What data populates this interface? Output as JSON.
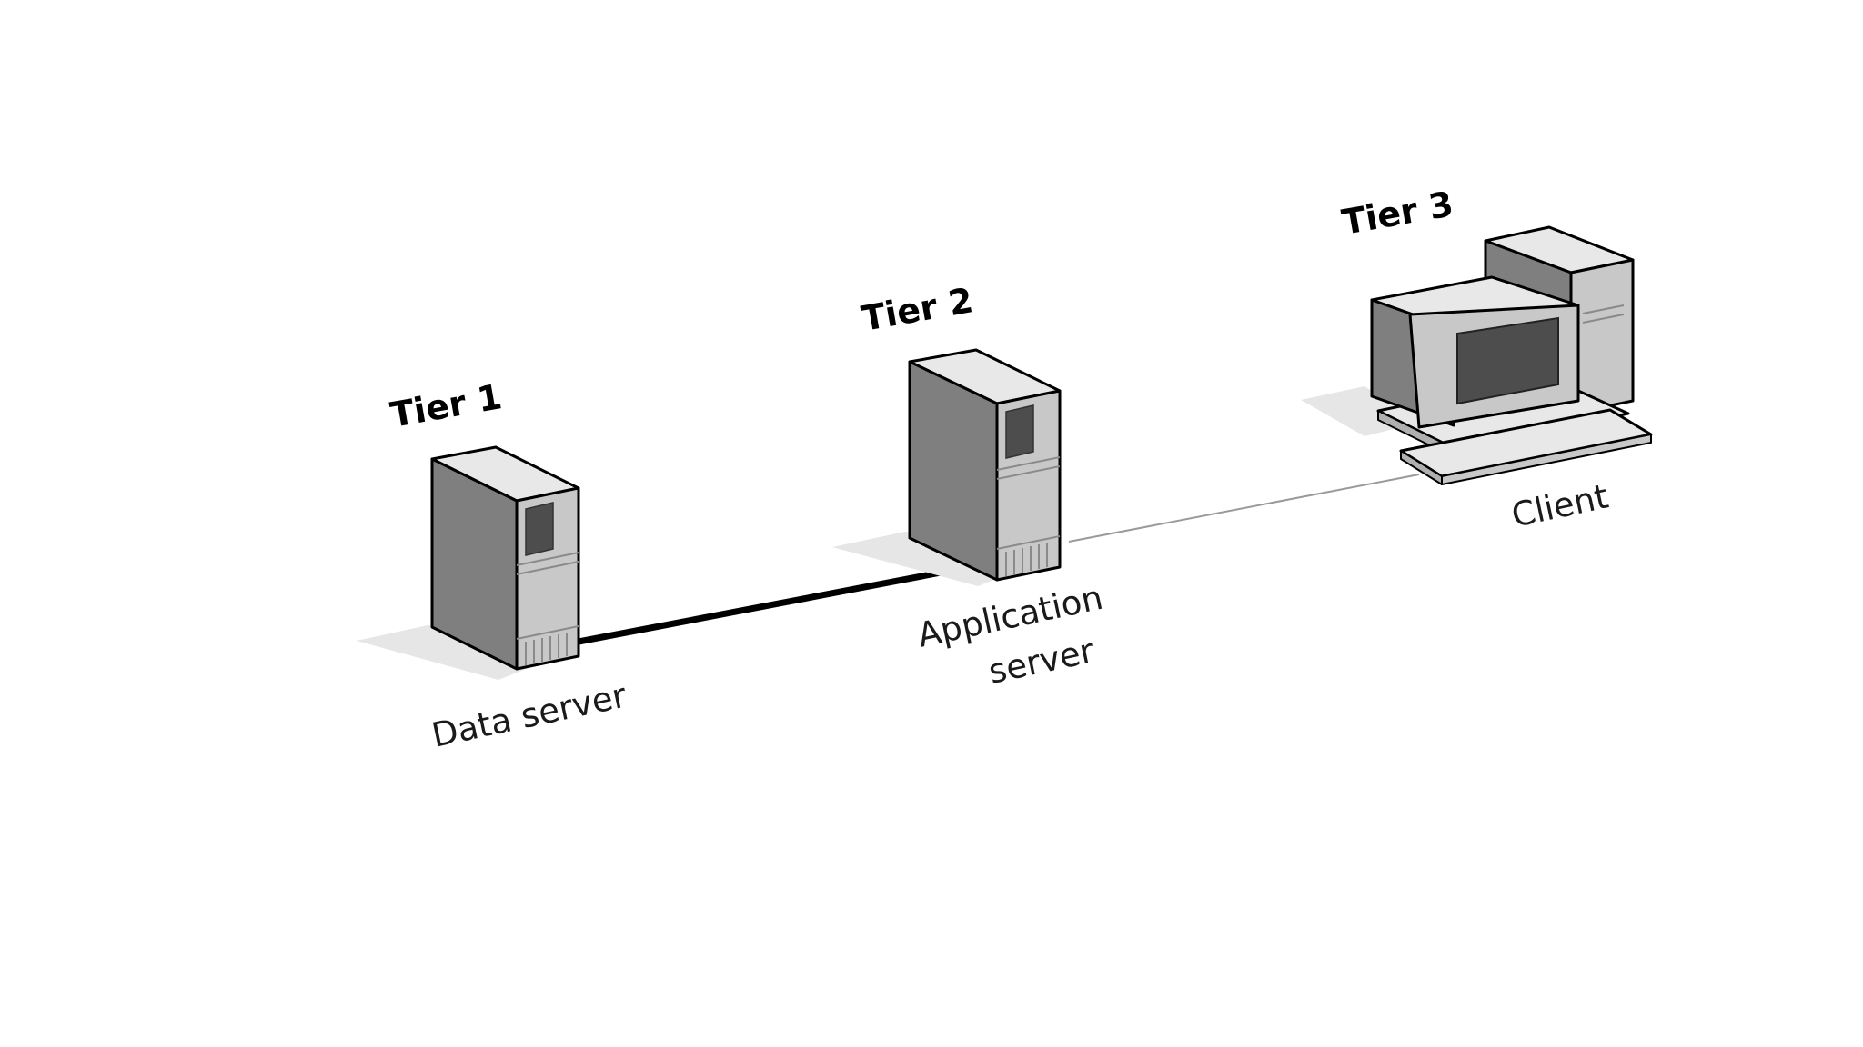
{
  "diagram": {
    "tiers": [
      {
        "tier_label": "Tier 1",
        "node_lines": [
          "Data server"
        ],
        "device": "tower-server-icon"
      },
      {
        "tier_label": "Tier 2",
        "node_lines": [
          "Application",
          "server"
        ],
        "device": "tower-server-icon"
      },
      {
        "tier_label": "Tier 3",
        "node_lines": [
          "Client"
        ],
        "device": "desktop-computer-icon"
      }
    ],
    "links": [
      {
        "from": "Tier 1",
        "to": "Tier 2",
        "style": "thick-solid"
      },
      {
        "from": "Tier 2",
        "to": "Tier 3",
        "style": "thin-solid"
      }
    ],
    "colors": {
      "background": "#ffffff",
      "device_front": "#7f7f7f",
      "device_side": "#c8c8c8",
      "device_top": "#e8e8e8",
      "screen": "#4d4d4d",
      "shadow": "#e6e6e6",
      "thick_link": "#000000",
      "thin_link": "#9a9a9a"
    }
  }
}
